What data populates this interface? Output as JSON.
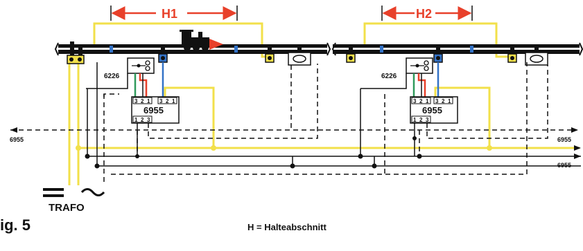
{
  "sections": {
    "h1_label": "H1",
    "h2_label": "H2"
  },
  "modules": {
    "left_control": "6955",
    "right_control": "6955",
    "left_terminals_top_a": "3",
    "left_terminals_top_b": "2",
    "left_terminals_top_c": "1",
    "left_terminals_top_d": "3",
    "left_terminals_top_e": "2",
    "left_terminals_top_f": "1",
    "left_terminals_bottom_a": "1",
    "left_terminals_bottom_b": "2",
    "left_terminals_bottom_c": "3",
    "right_terminals_top_a": "3",
    "right_terminals_top_b": "2",
    "right_terminals_top_c": "1",
    "right_terminals_top_d": "3",
    "right_terminals_top_e": "2",
    "right_terminals_top_f": "1",
    "right_terminals_bottom_a": "1",
    "right_terminals_bottom_b": "2",
    "right_terminals_bottom_c": "3",
    "left_signal": "6226",
    "right_signal": "6226"
  },
  "outputs": {
    "left_out": "6955",
    "right_out_top": "6955",
    "right_out_bottom": "6955"
  },
  "trafo": {
    "label": "TRAFO"
  },
  "figure": {
    "label": "ig. 5"
  },
  "legend": {
    "text": "H = Halteabschnitt"
  },
  "colors": {
    "yellow": "#f2e04a",
    "red": "#e8402a",
    "green": "#2f9a5b",
    "blue": "#3473c7",
    "black": "#111111"
  }
}
